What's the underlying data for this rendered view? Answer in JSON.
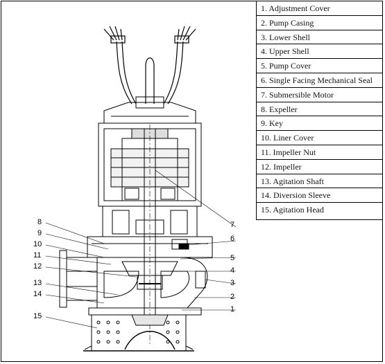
{
  "legend": {
    "items": [
      "1. Adjustment Cover",
      "2. Pump Casing",
      "3. Lower Shell",
      "4. Upper Shell",
      "5. Pump Cover",
      "6. Single Facing Mechanical Seal",
      "7. Submersible Motor",
      "8. Expeller",
      "9. Key",
      "10. Liner Cover",
      "11. Impeller Nut",
      "12. Impeller",
      "13. Agitation Shaft",
      "14. Diversion Sleeve",
      "15. Agitation Head"
    ]
  },
  "callouts": {
    "left": [
      "8",
      "9",
      "10",
      "11",
      "12",
      "13",
      "14",
      "15"
    ],
    "right": [
      "7",
      "6",
      "5",
      "4",
      "3",
      "2",
      "1"
    ]
  }
}
